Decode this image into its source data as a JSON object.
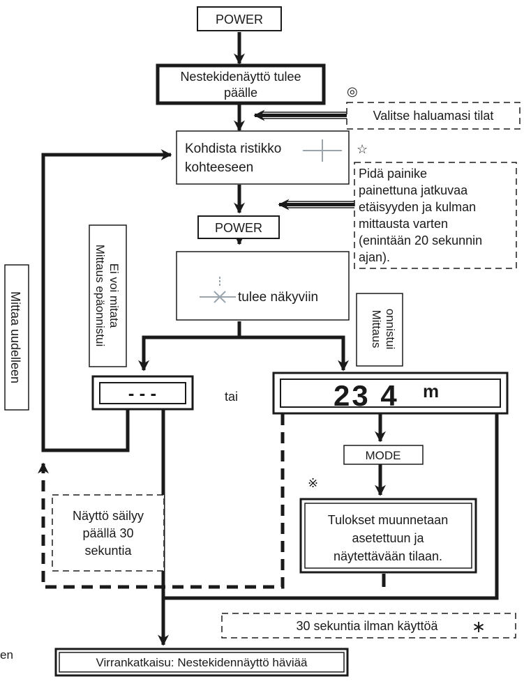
{
  "steps": {
    "power_top": "POWER",
    "lcd_on_line1": "Nestekidenäyttö tulee",
    "lcd_on_line2": "päälle",
    "select_modes": "Valitse haluamasi tilat",
    "aim_line1": "Kohdista ristikko",
    "aim_line2": "kohteeseen",
    "power_second": "POWER",
    "appears": "tulee näkyviin",
    "mode": "MODE",
    "results_line1": "Tulokset muunnetaan",
    "results_line2": "asetettuun ja",
    "results_line3": "näytettävään tilaan.",
    "power_off": "Virrankatkaisu: Nestekidennäyttö häviää"
  },
  "notes": {
    "hold_line1": "Pidä painike",
    "hold_line2": "painettuna jatkuvaa",
    "hold_line3": "etäisyyden ja kulman",
    "hold_line4": "mittausta varten",
    "hold_line5": "(enintään 20 sekunnin",
    "hold_line6": "ajan).",
    "display_line1": "Näyttö säilyy",
    "display_line2": "päällä 30",
    "display_line3": "sekuntia",
    "idle": "30 sekuntia ilman käyttöä"
  },
  "vertical_labels": {
    "remeasure": "Mittaa uudelleen",
    "fail_line1": "Mittaus epäonnistui",
    "fail_line2": "Ei voi mitata",
    "success_line1": "Mittaus",
    "success_line2": "onnistui"
  },
  "displays": {
    "fail_value": "- - -",
    "success_value": "23 4",
    "success_unit": "m",
    "or": "tai"
  },
  "symbols": {
    "circle_mark": "◎",
    "star_mark": "☆",
    "ref_mark": "※",
    "asterisk": "∗"
  },
  "edge_text": "en",
  "colors": {
    "ink": "#1a1a1a",
    "reticle": "#9aa4ad"
  }
}
